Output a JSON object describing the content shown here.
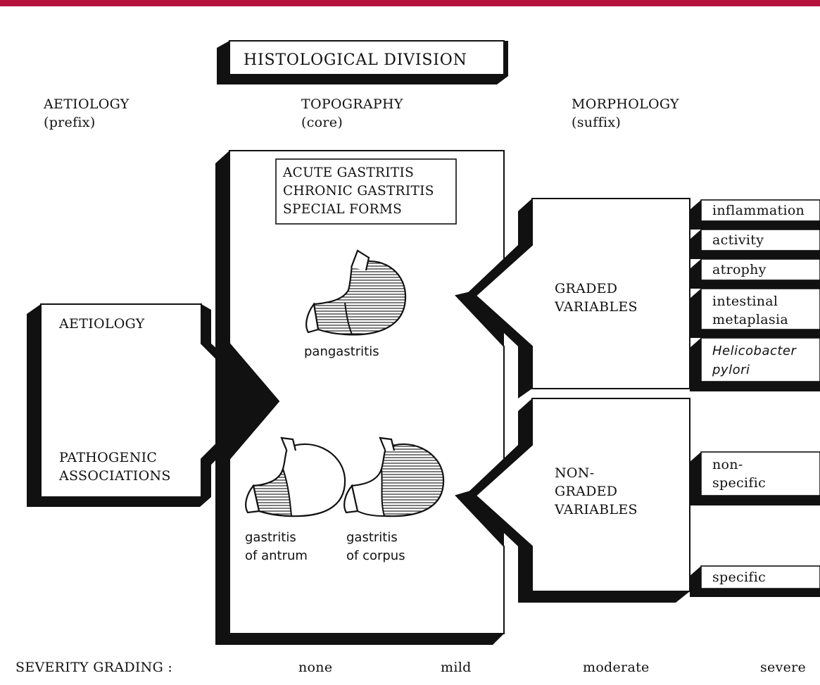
{
  "title": "HISTOLOGICAL DIVISION",
  "columns": {
    "aetiology": {
      "heading": "AETIOLOGY",
      "sub": "(prefix)"
    },
    "topography": {
      "heading": "TOPOGRAPHY",
      "sub": "(core)"
    },
    "morphology": {
      "heading": "MORPHOLOGY",
      "sub": "(suffix)"
    }
  },
  "left_box": {
    "line1": "AETIOLOGY",
    "line2": "PATHOGENIC",
    "line3": "ASSOCIATIONS"
  },
  "center_box": {
    "types": [
      "ACUTE GASTRITIS",
      "CHRONIC GASTRITIS",
      "SPECIAL FORMS"
    ],
    "pangastritis": "pangastritis",
    "antrum": [
      "gastritis",
      "of antrum"
    ],
    "corpus": [
      "gastritis",
      "of corpus"
    ]
  },
  "graded": {
    "label": [
      "GRADED",
      "VARIABLES"
    ],
    "items": [
      {
        "lines": [
          "inflammation"
        ]
      },
      {
        "lines": [
          "activity"
        ]
      },
      {
        "lines": [
          "atrophy"
        ]
      },
      {
        "lines": [
          "intestinal",
          "metaplasia"
        ]
      },
      {
        "lines": [
          "Helicobacter",
          "pylori"
        ],
        "italic": true
      }
    ]
  },
  "nongraded": {
    "label": [
      "NON-",
      "GRADED",
      "VARIABLES"
    ],
    "items": [
      {
        "lines": [
          "non-",
          "specific"
        ]
      },
      {
        "lines": [
          "specific"
        ]
      }
    ]
  },
  "severity": {
    "label": "SEVERITY GRADING :",
    "levels": [
      "none",
      "mild",
      "moderate",
      "severe"
    ]
  },
  "colors": {
    "accent_bar": "#b5123e",
    "ink": "#111111",
    "paper": "#ffffff"
  }
}
